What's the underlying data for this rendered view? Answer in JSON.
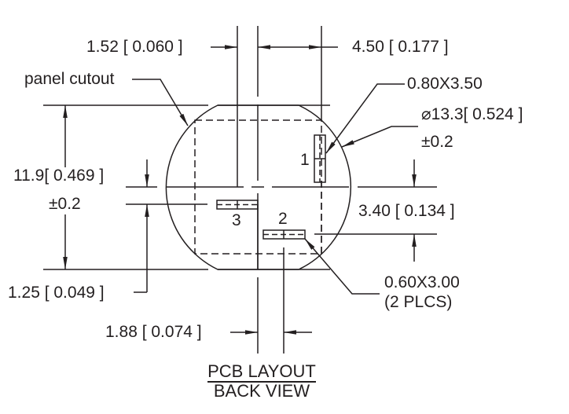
{
  "drawing": {
    "title_line1": "PCB LAYOUT",
    "title_line2": "BACK VIEW",
    "callouts": {
      "panel_cutout": "panel cutout",
      "pin_slot_1_size": "0.80X3.50",
      "diameter": "⌀13.3[ 0.524 ]",
      "diameter_tol": "±0.2",
      "pin_slots_23_size": "0.60X3.00",
      "pin_slots_23_qty": "(2 PLCS)"
    },
    "dimensions": {
      "top_left": "1.52 [ 0.060 ]",
      "top_right": "4.50 [ 0.177 ]",
      "height": "11.9[ 0.469 ]",
      "height_tol": "±0.2",
      "pin3_offset": "1.25 [ 0.049 ]",
      "pin_spacing_v": "3.40 [ 0.134 ]",
      "bottom": "1.88 [ 0.074 ]"
    },
    "pins": {
      "pin1": "1",
      "pin2": "2",
      "pin3": "3"
    },
    "colors": {
      "line": "#231f20",
      "background": "#ffffff"
    }
  }
}
